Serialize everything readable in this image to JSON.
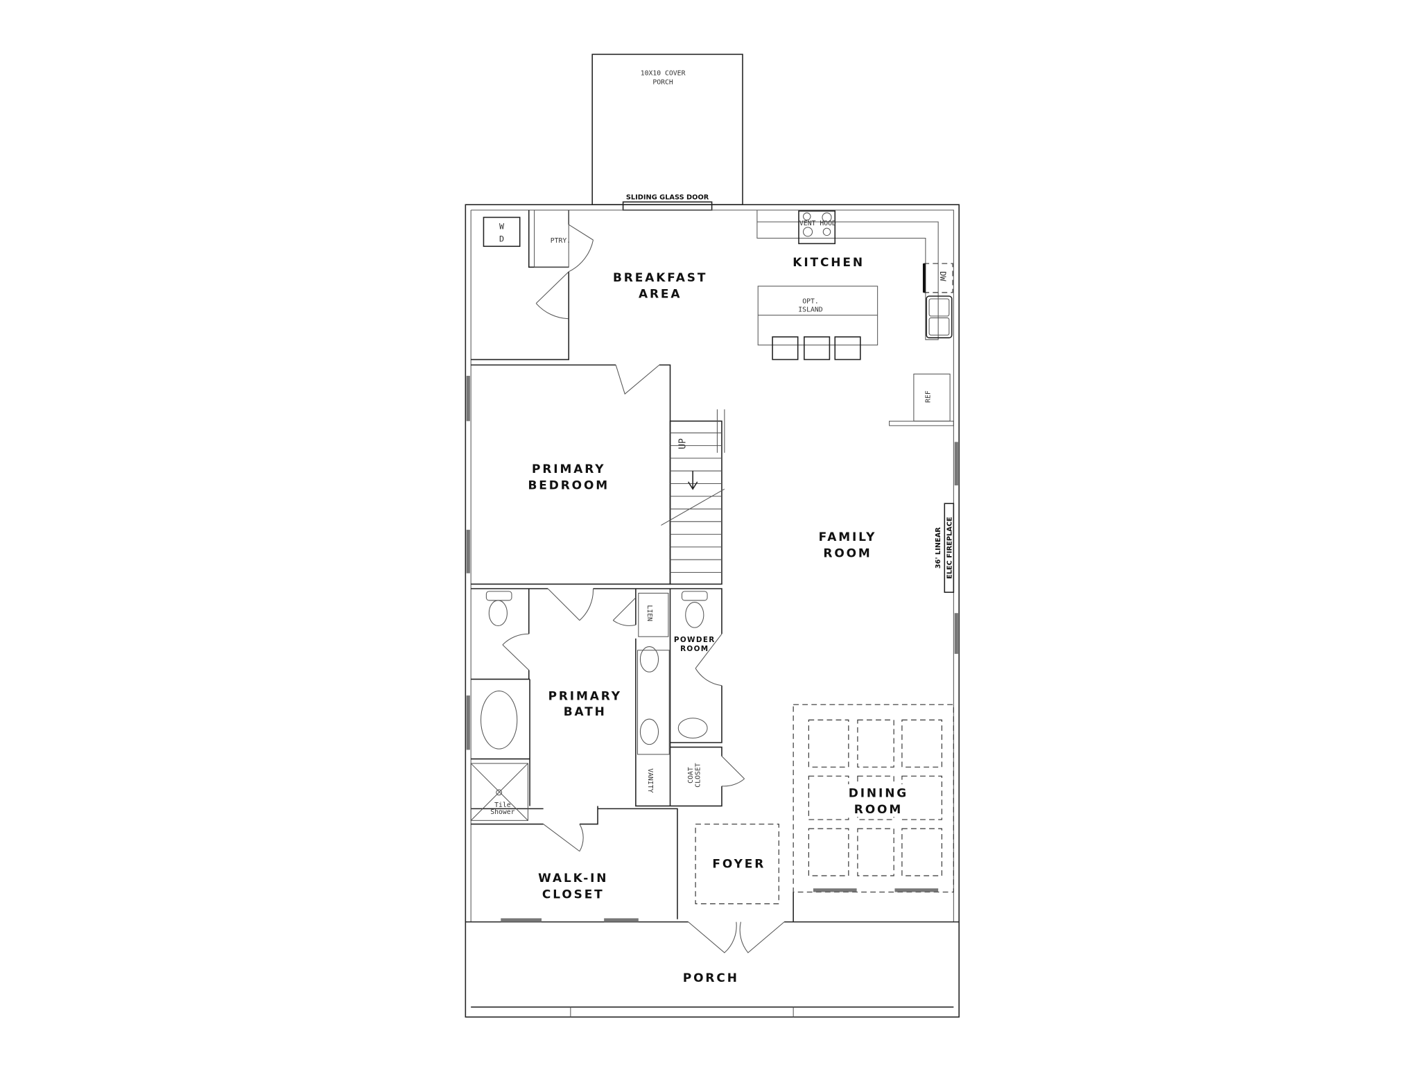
{
  "rooms": {
    "covered_porch": [
      "10X10 COVER",
      "PORCH"
    ],
    "sliding_door": "SLIDING GLASS DOOR",
    "breakfast": [
      "BREAKFAST",
      "AREA"
    ],
    "kitchen": "KITCHEN",
    "primary_bedroom": [
      "PRIMARY",
      "BEDROOM"
    ],
    "family_room": [
      "FAMILY",
      "ROOM"
    ],
    "primary_bath": [
      "PRIMARY",
      "BATH"
    ],
    "powder_room": [
      "POWDER",
      "ROOM"
    ],
    "dining_room": [
      "DINING",
      "ROOM"
    ],
    "foyer": "FOYER",
    "walk_in_closet": [
      "WALK-IN",
      "CLOSET"
    ],
    "porch": "PORCH"
  },
  "fixtures": {
    "vent_hood": "VENT HOOD",
    "island": [
      "OPT.",
      "ISLAND"
    ],
    "dishwasher": "DW",
    "refrigerator": "REF",
    "pantry": "PTRY.",
    "washer": "W",
    "dryer": "D",
    "stairs": "UP",
    "linen": "LIEN",
    "vanity": "VANITY",
    "coat_closet": [
      "COAT",
      "CLOSET"
    ],
    "shower": [
      "Tile",
      "Shower"
    ],
    "fireplace": [
      "36' LINEAR",
      "ELEC FIREPLACE"
    ]
  }
}
